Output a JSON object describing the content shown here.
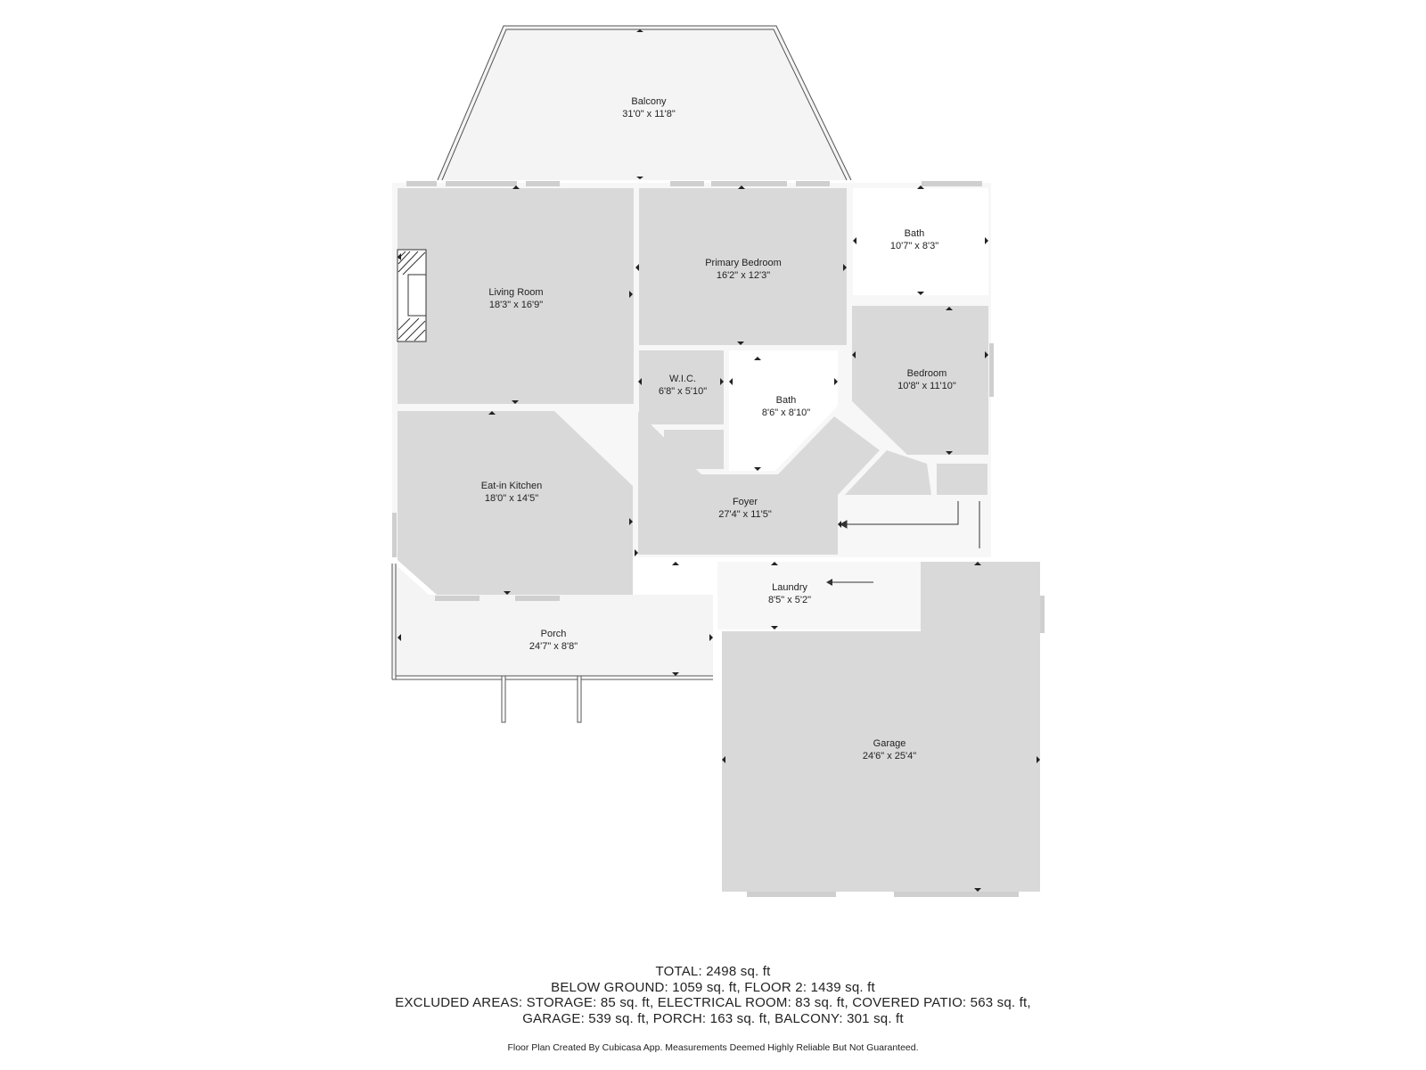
{
  "rooms": {
    "balcony": {
      "name": "Balcony",
      "dims": "31'0\" x 11'8\""
    },
    "living_room": {
      "name": "Living Room",
      "dims": "18'3\" x 16'9\""
    },
    "primary_bedroom": {
      "name": "Primary Bedroom",
      "dims": "16'2\" x 12'3\""
    },
    "bath_primary": {
      "name": "Bath",
      "dims": "10'7\" x 8'3\""
    },
    "wic": {
      "name": "W.I.C.",
      "dims": "6'8\" x 5'10\""
    },
    "bath_hall": {
      "name": "Bath",
      "dims": "8'6\" x 8'10\""
    },
    "bedroom": {
      "name": "Bedroom",
      "dims": "10'8\" x 11'10\""
    },
    "kitchen": {
      "name": "Eat-in Kitchen",
      "dims": "18'0\" x 14'5\""
    },
    "foyer": {
      "name": "Foyer",
      "dims": "27'4\" x 11'5\""
    },
    "laundry": {
      "name": "Laundry",
      "dims": "8'5\" x 5'2\""
    },
    "porch": {
      "name": "Porch",
      "dims": "24'7\" x 8'8\""
    },
    "garage": {
      "name": "Garage",
      "dims": "24'6\" x 25'4\""
    }
  },
  "summary": {
    "total": "TOTAL: 2498 sq. ft",
    "below_ground": "BELOW GROUND: 1059 sq. ft, FLOOR 2: 1439 sq. ft",
    "excluded_line1": "EXCLUDED AREAS: STORAGE: 85 sq. ft, ELECTRICAL ROOM: 83 sq. ft, COVERED PATIO: 563 sq. ft,",
    "excluded_line2": "GARAGE: 539 sq. ft, PORCH: 163 sq. ft, BALCONY: 301 sq. ft"
  },
  "credit": "Floor Plan Created By Cubicasa App. Measurements Deemed Highly Reliable But Not Guaranteed.",
  "colors": {
    "room_fill": "#d9d9d9",
    "exterior_fill": "#f4f4f4",
    "wall": "#ffffff",
    "line": "#555555"
  }
}
